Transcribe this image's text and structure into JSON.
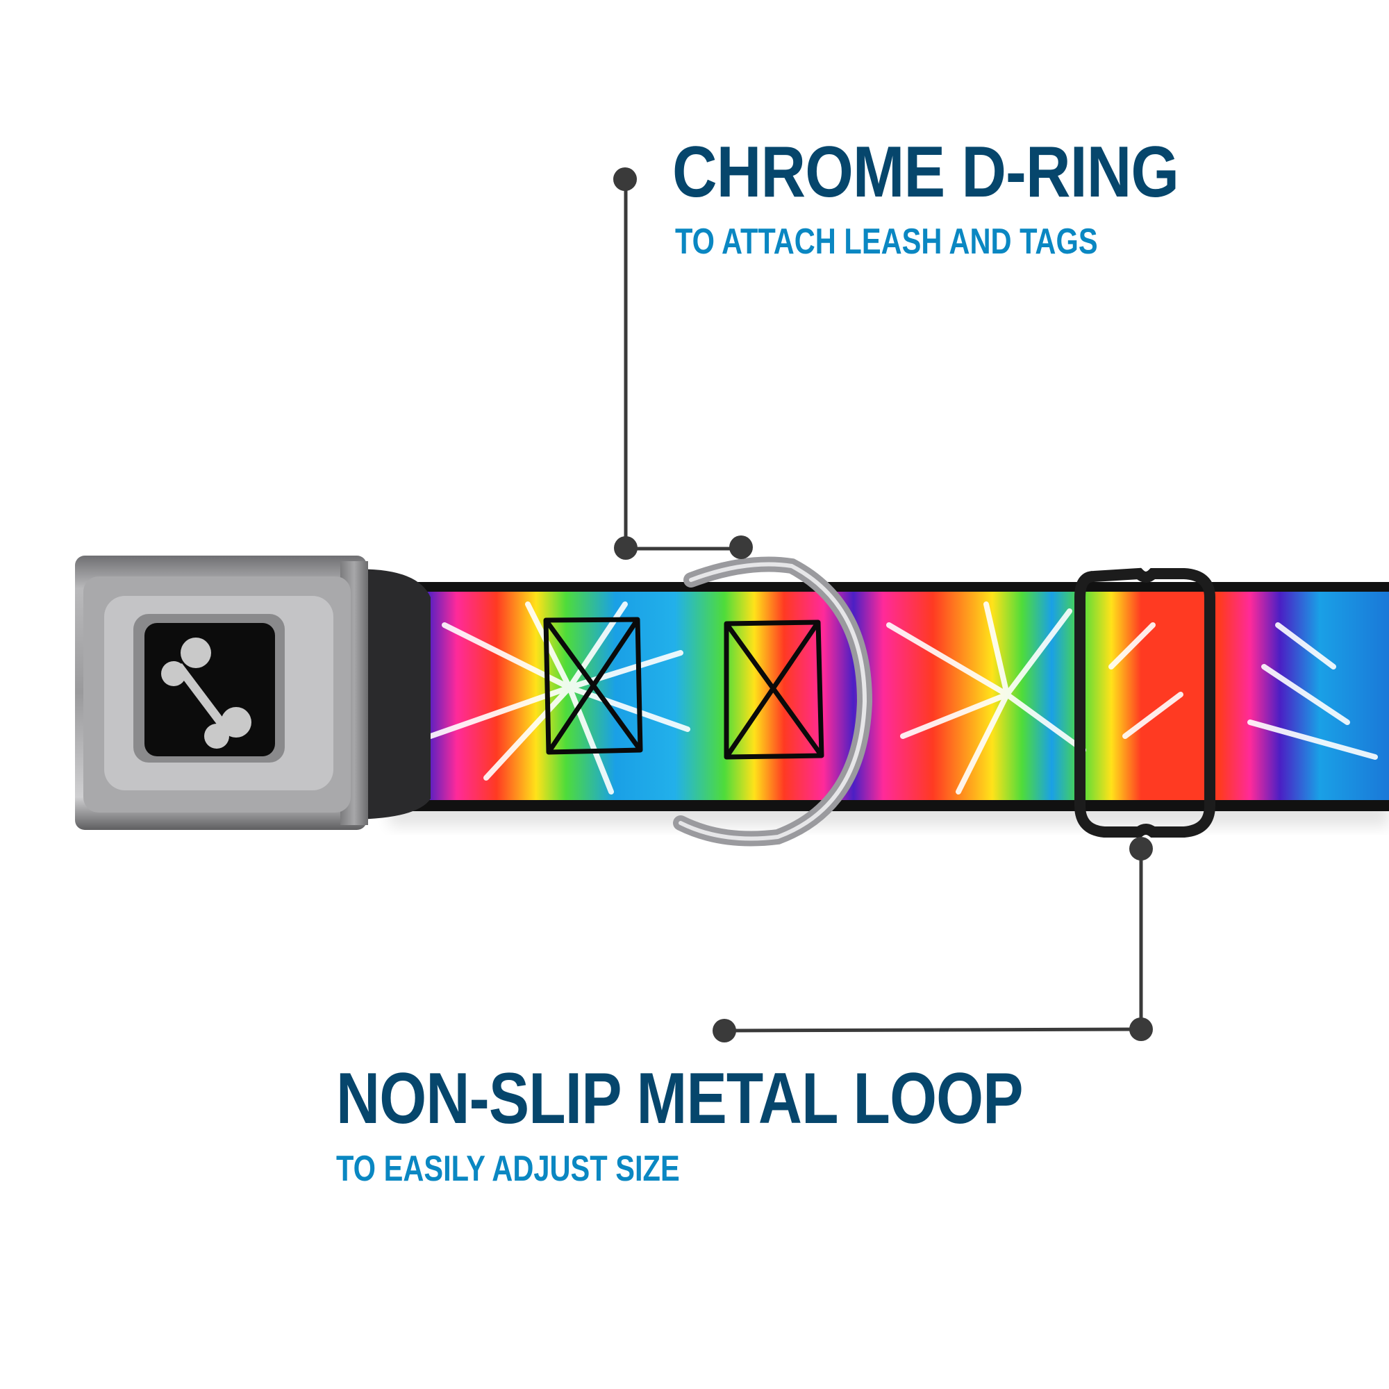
{
  "callouts": [
    {
      "id": "d-ring",
      "title": "CHROME D-RING",
      "subtitle": "TO ATTACH LEASH AND TAGS"
    },
    {
      "id": "metal-loop",
      "title": "NON-SLIP METAL LOOP",
      "subtitle": "TO EASILY ADJUST SIZE"
    }
  ],
  "product": {
    "buckle_icon": "dog-bone-icon",
    "strap_pattern": "rainbow tie-dye"
  },
  "colors": {
    "title": "#06466c",
    "subtitle": "#0a87c2",
    "connector": "#3a3a3a",
    "buckle_metal": "#8e8e90",
    "badge": "#0c0c0c",
    "bone": "#c9c9c9",
    "loop": "#1c1c1c",
    "dring": "#b8b8bc"
  }
}
